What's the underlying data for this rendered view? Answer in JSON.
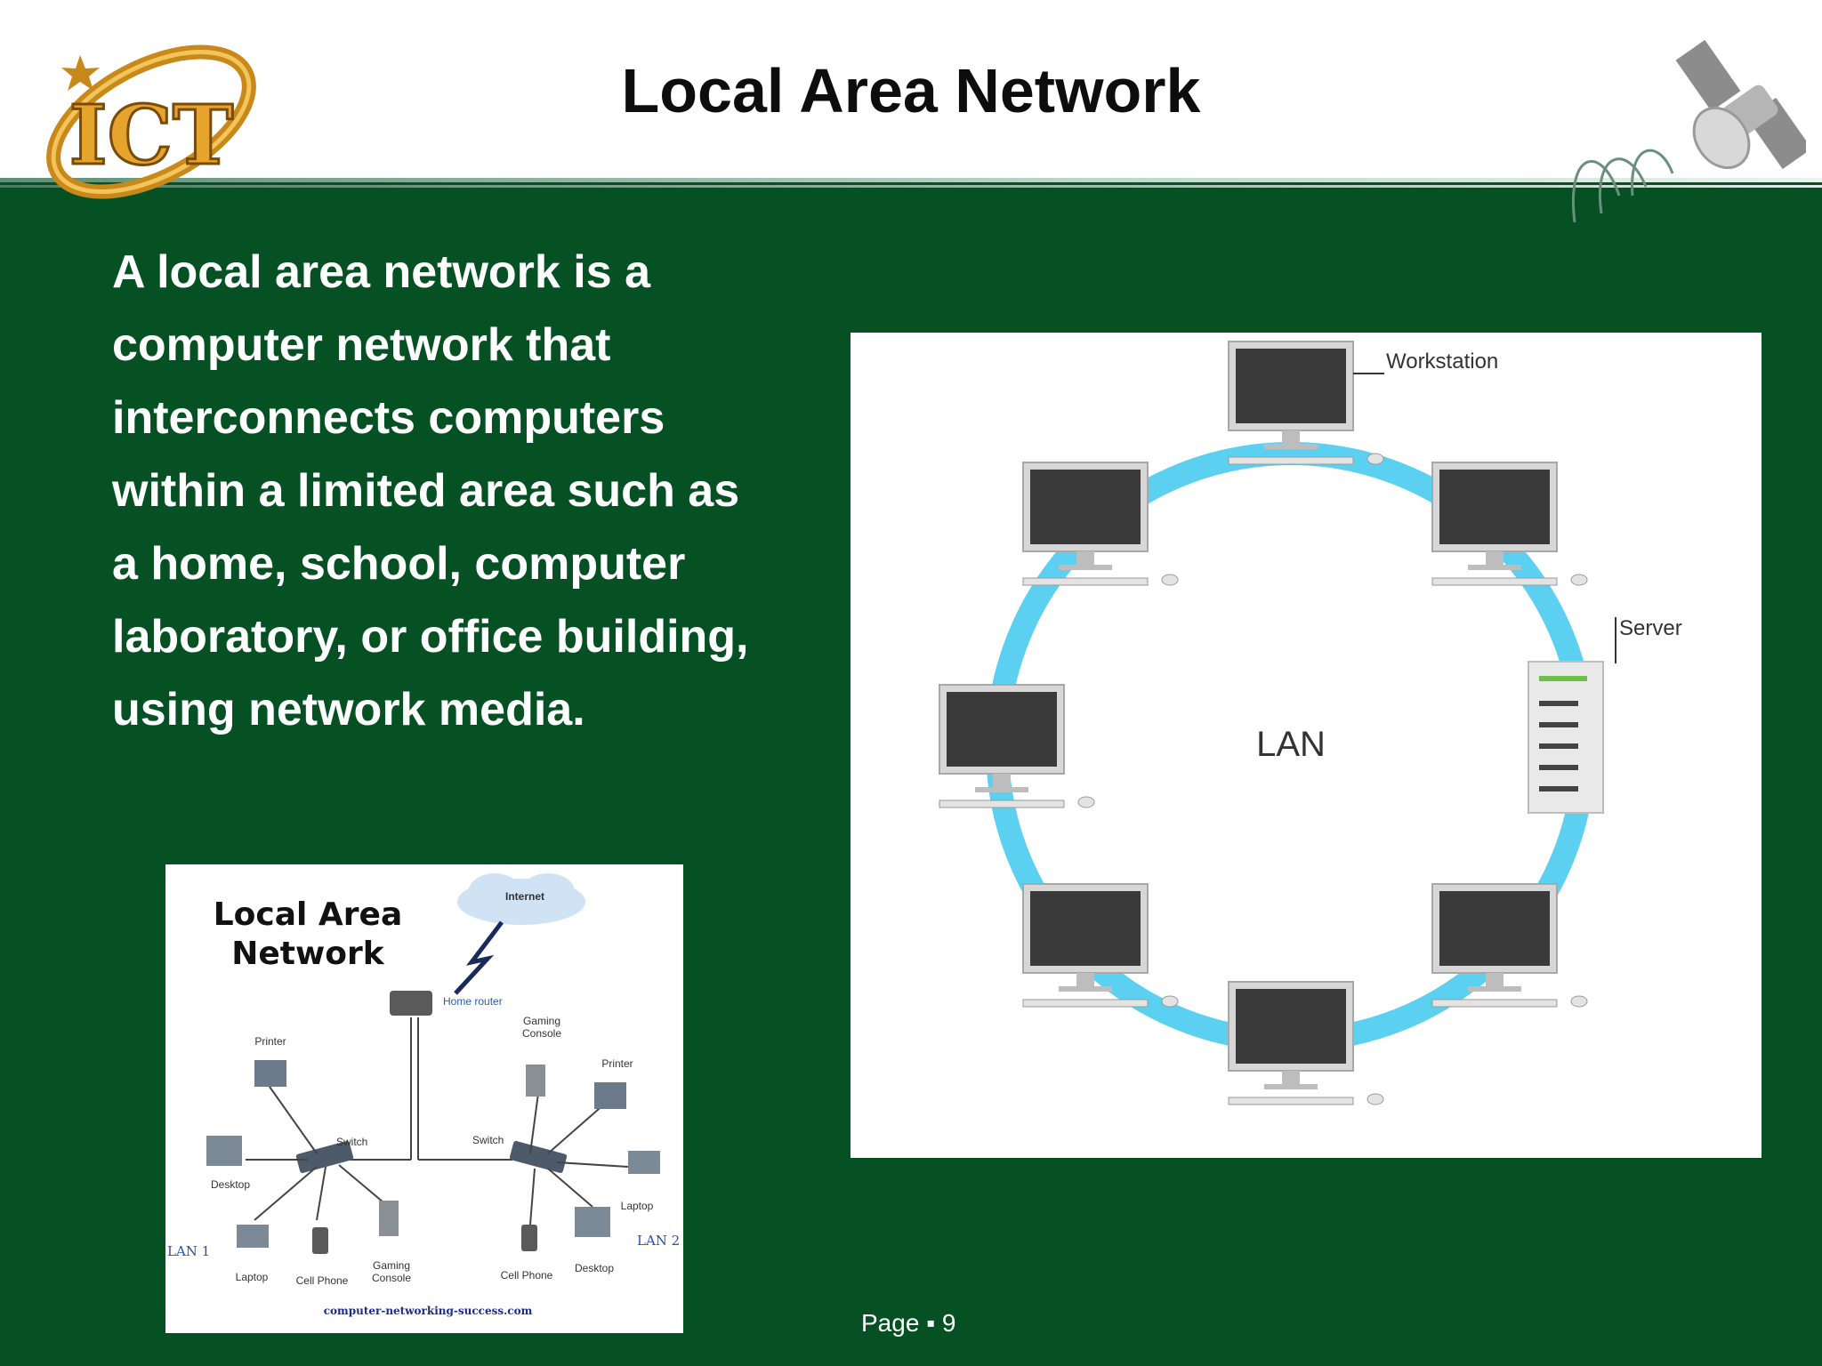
{
  "slide": {
    "title": "Local Area Network",
    "body": "A local area network is a computer network that interconnects computers within a limited area such as a home, school, computer laboratory, or office building, using network media.",
    "page_label": "Page",
    "page_sep": "▪",
    "page_number": "9"
  },
  "logo": {
    "text": "ICT"
  },
  "left_diagram": {
    "title_line1": "Local Area",
    "title_line2": "Network",
    "internet": "Internet",
    "home_router": "Home router",
    "printer_left": "Printer",
    "gaming_console_top_1": "Gaming",
    "gaming_console_top_2": "Console",
    "printer_right": "Printer",
    "switch_left": "Switch",
    "switch_right": "Switch",
    "desktop_left": "Desktop",
    "laptop_right": "Laptop",
    "lan1": "LAN 1",
    "lan2": "LAN 2",
    "laptop_left": "Laptop",
    "cell_phone_left": "Cell Phone",
    "gaming_console_bottom_1": "Gaming",
    "gaming_console_bottom_2": "Console",
    "cell_phone_right": "Cell Phone",
    "desktop_right": "Desktop",
    "source": "computer-networking-success.com"
  },
  "right_diagram": {
    "workstation": "Workstation",
    "server": "Server",
    "center": "LAN"
  },
  "colors": {
    "background": "#065124",
    "ring": "#5bd0f0",
    "logo_gold": "#c8891a"
  }
}
